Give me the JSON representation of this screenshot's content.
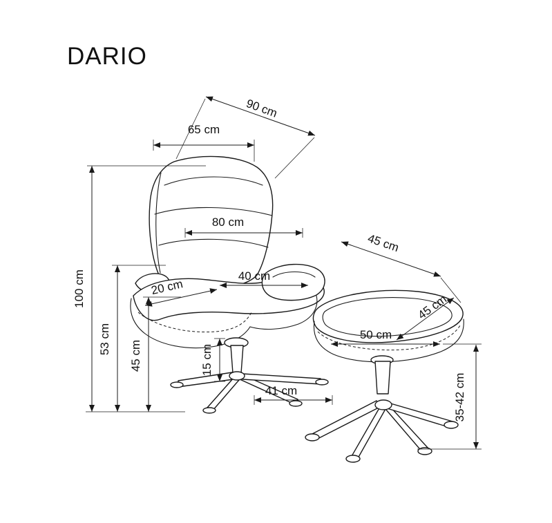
{
  "title": "DARIO",
  "diagram": {
    "type": "dimension-drawing",
    "subject": "recliner swivel chair with ottoman footstool",
    "units": "cm"
  },
  "dimensions": {
    "back_top_width": "65 cm",
    "seat_depth_diagonal": "90 cm",
    "back_width": "80 cm",
    "total_height": "100 cm",
    "armrest_height": "53 cm",
    "seat_height": "45 cm",
    "front_edge": "20 cm",
    "seat_width": "40 cm",
    "ottoman_top_depth": "45 cm",
    "ottoman_top_side": "45 cm",
    "ottoman_width": "50 cm",
    "base_column_height": "15 cm",
    "base_span": "41 cm",
    "ottoman_height_range": "35-42 cm"
  },
  "colors": {
    "line": "#1a1a1a",
    "background": "#ffffff"
  }
}
